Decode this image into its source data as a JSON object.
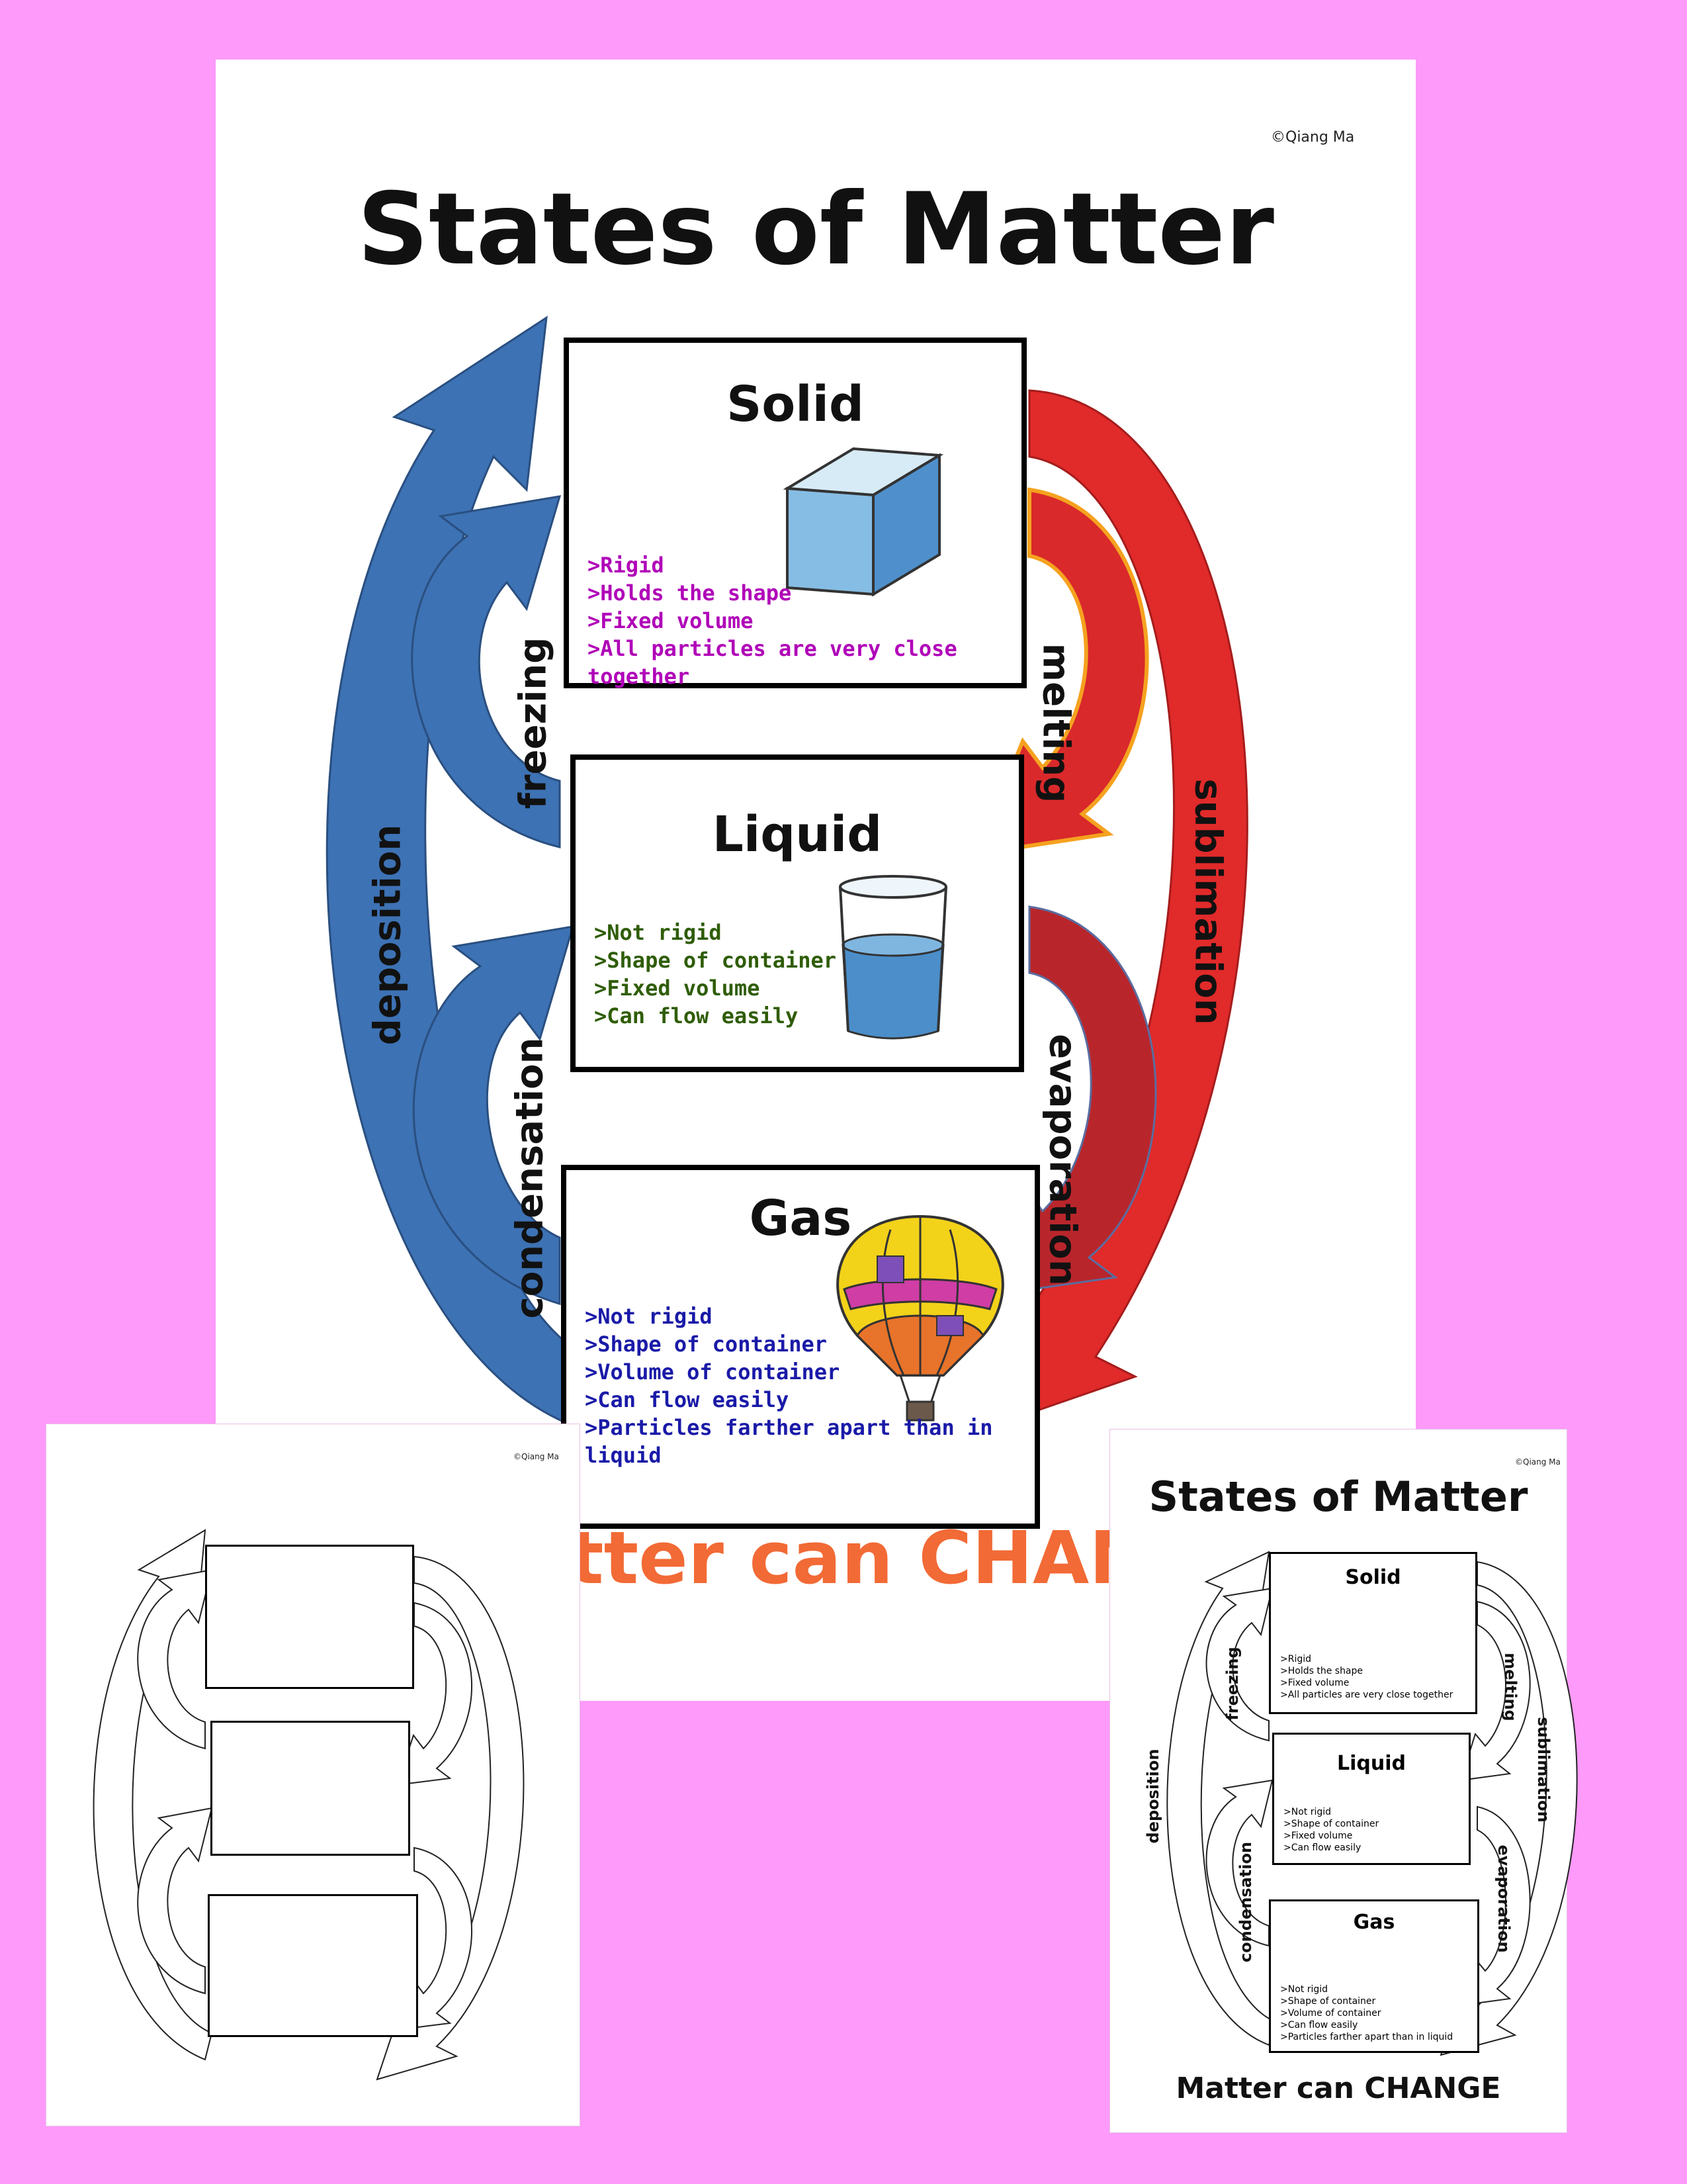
{
  "main": {
    "copyright": "©Qiang Ma",
    "title": "States of Matter",
    "tagline": "tter can CHANG",
    "states": {
      "solid": {
        "name": "Solid",
        "properties": [
          ">Rigid",
          ">Holds the shape",
          ">Fixed volume",
          ">All particles are very close together"
        ],
        "color": "#b000b8",
        "icon": "ice-cube-icon"
      },
      "liquid": {
        "name": "Liquid",
        "properties": [
          ">Not rigid",
          ">Shape of container",
          ">Fixed volume",
          ">Can flow easily"
        ],
        "color": "#2f5d07",
        "icon": "water-glass-icon"
      },
      "gas": {
        "name": "Gas",
        "properties": [
          ">Not rigid",
          ">Shape of container",
          ">Volume of container",
          ">Can flow easily",
          ">Particles farther apart than in liquid"
        ],
        "color": "#1a1aa8",
        "icon": "hot-air-balloon-icon"
      }
    },
    "processes": {
      "freezing": "freezing",
      "melting": "melting",
      "deposition": "deposition",
      "sublimation": "sublimation",
      "condensation": "condensation",
      "evaporation": "evaporation"
    },
    "colors": {
      "background": "#fd9afa",
      "cooling_arrow": "#3d72b4",
      "heating_arrow": "#d6262b",
      "tagline": "#f26a35"
    }
  },
  "blank_sheet": {
    "copyright": "©Qiang Ma"
  },
  "mini_sheet": {
    "copyright": "©Qiang Ma",
    "title": "States of Matter",
    "tagline": "Matter can CHANGE",
    "solid_name": "Solid",
    "liquid_name": "Liquid",
    "gas_name": "Gas",
    "solid_properties": [
      ">Rigid",
      ">Holds the shape",
      ">Fixed volume",
      ">All particles are very close together"
    ],
    "liquid_properties": [
      ">Not rigid",
      ">Shape of container",
      ">Fixed volume",
      ">Can flow easily"
    ],
    "gas_properties": [
      ">Not rigid",
      ">Shape of container",
      ">Volume of container",
      ">Can flow easily",
      ">Particles farther apart than in liquid"
    ],
    "freezing": "freezing",
    "melting": "melting",
    "deposition": "deposition",
    "sublimation": "sublimation",
    "condensation": "condensation",
    "evaporation": "evaporation"
  }
}
